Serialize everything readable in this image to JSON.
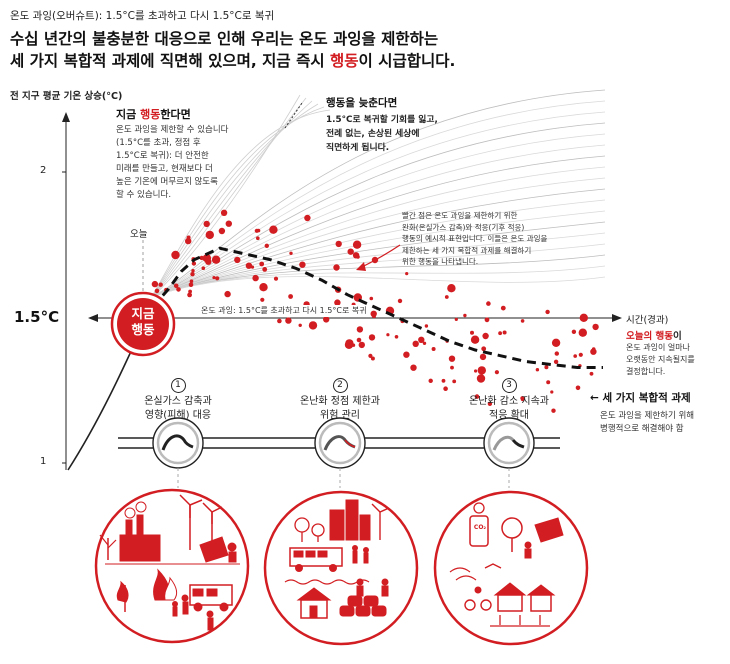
{
  "header": {
    "label": "온도 과잉(오버슈트): 1.5°C를 초과하고 다시 1.5°C로 복귀",
    "headline_line1": "수십 년간의 불충분한 대응으로 인해 우리는 온도 과잉을 제한하는",
    "headline_line2_pre": "세 가지 복합적 과제에 직면해 있으며, 지금 즉시 ",
    "headline_line2_red": "행동",
    "headline_line2_post": "이 시급합니다."
  },
  "axes": {
    "y_title": "전 지구 평균 기온 상승(°C)",
    "tick_2": "2",
    "tick_1": "1",
    "ref_15": "1.5°C",
    "x_title": "시간(경과)",
    "ref_line_label": "온도 과잉: 1.5°C를 초과하고 다시 1.5°C로 복귀",
    "today": "오늘"
  },
  "now_circle": {
    "line1": "지금",
    "line2": "행동"
  },
  "annotations": {
    "act_now_pre": "지금 ",
    "act_now_red": "행동",
    "act_now_post": "한다면",
    "act_now_body": [
      "온도 과잉을 제한할 수 있습니다",
      "(1.5°C를 초과, 정점 후",
      "1.5°C로 복귀): 더 안전한",
      "미래를 만들고, 현재보다 더",
      "높은 기온에 머무르지 않도록",
      "할 수 있습니다."
    ],
    "delay_title": "행동을 늦춘다면",
    "delay_body": [
      "1.5°C로 복귀할 기회를 잃고,",
      "전례 없는, 손상된 세상에",
      "직면하게 됩니다."
    ],
    "dots_body": [
      "빨간 점은 온도 과잉을 제한하기 위한",
      "완화(온실가스 감축)와 적응(기후 적응)",
      "행동의 예시적 표현입니다. 이들은 온도 과잉을",
      "제한하는 세 가지 복합적 과제를 해결하기",
      "위한 행동을 나타냅니다."
    ],
    "today_action_red": "오늘의 행동",
    "today_action_post": "이",
    "today_action_body": [
      "온도 과잉이 얼마나",
      "오랫동안 지속될지를",
      "결정합니다."
    ]
  },
  "challenges": {
    "items": [
      {
        "num": "1",
        "line1": "온실가스 감축과",
        "line2": "영향(피해) 대응"
      },
      {
        "num": "2",
        "line1": "온난화 정점 제한과",
        "line2": "위험 관리"
      },
      {
        "num": "3",
        "line1": "온난화 감소 지속과",
        "line2": "적응 확대"
      }
    ],
    "title": "← 세 가지 복합적 과제",
    "desc_line1": "온도 과잉을 제한하기 위해",
    "desc_line2": "병행적으로 해결해야 함"
  },
  "illustrations": {
    "co2_label": "CO₂"
  },
  "colors": {
    "accent": "#d21e22",
    "dark": "#222222",
    "grey_lines": "#c8c8c8"
  },
  "chart_data": {
    "type": "line",
    "series": [
      {
        "x": [
          0.0,
          0.25,
          0.5,
          0.75,
          1.0,
          1.5,
          2.0,
          2.5,
          3.0,
          3.5,
          4.0,
          4.5,
          5.0,
          5.5,
          6.0,
          6.5,
          7.0,
          7.5,
          8.0,
          8.5,
          9.0
        ],
        "y": [
          1.5,
          1.55,
          1.6,
          1.66,
          1.7,
          1.74,
          1.72,
          1.7,
          1.67,
          1.63,
          1.58,
          1.54,
          1.5,
          1.46,
          1.42,
          1.39,
          1.37,
          1.35,
          1.34,
          1.33,
          1.33
        ]
      }
    ],
    "ylim": [
      1,
      2.2
    ]
  }
}
